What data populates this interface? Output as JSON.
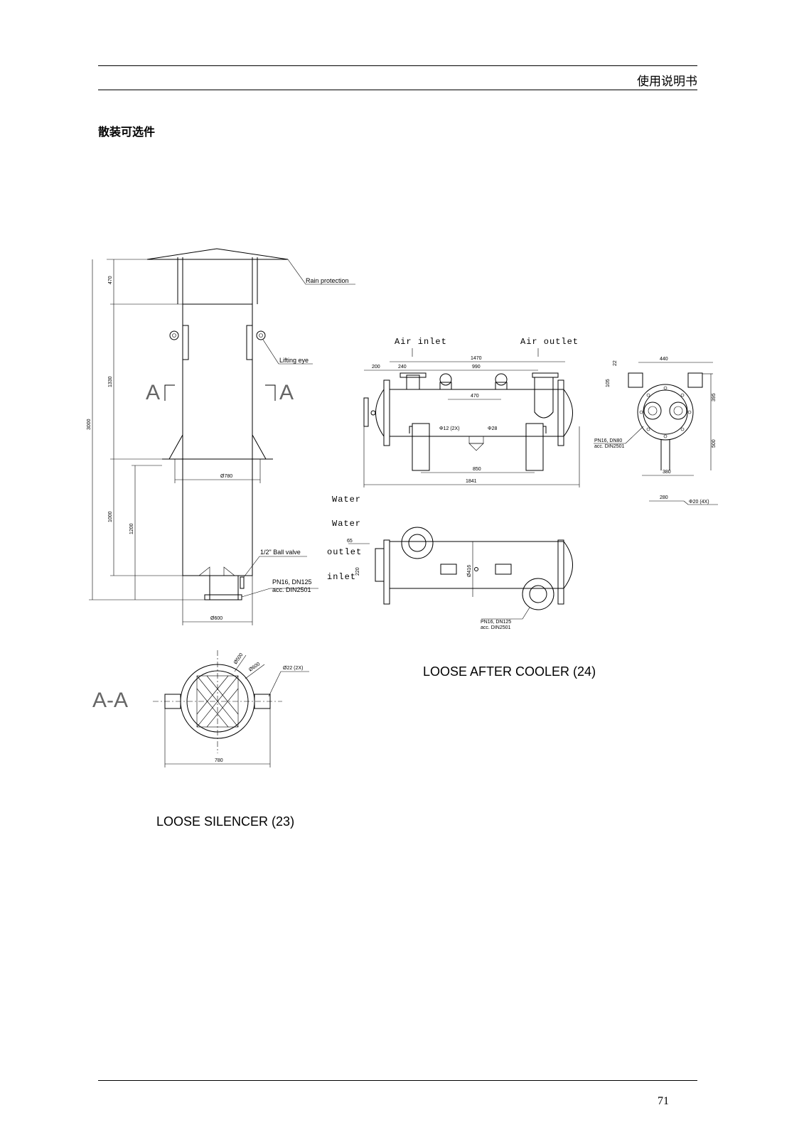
{
  "header": {
    "title": "使用说明书"
  },
  "section": {
    "title": "散装可选件"
  },
  "silencer": {
    "caption": "LOOSE SILENCER (23)",
    "labels": {
      "rain_protection": "Rain protection",
      "lifting_eye": "Lifting eye",
      "ball_valve": "1/2\" Ball valve",
      "flange_1": "PN16, DN125",
      "flange_2": "acc. DIN2501",
      "section_a_left": "A",
      "section_a_right": "A",
      "section_view": "A-A"
    },
    "dims": {
      "h470": "470",
      "h1330": "1330",
      "h3000": "3000",
      "h1000": "1000",
      "h1200": "1200",
      "d780": "Ø780",
      "d600": "Ø600",
      "sec_d500": "Ø500",
      "sec_d600": "Ø600",
      "sec_d22": "Ø22 (2X)",
      "sec_w780": "780"
    }
  },
  "cooler": {
    "caption": "LOOSE AFTER COOLER (24)",
    "labels": {
      "air_inlet": "Air inlet",
      "air_outlet": "Air outlet",
      "water_1": "Water",
      "water_2": "Water",
      "outlet": "outlet",
      "inlet": "inlet",
      "flange_dn80_1": "PN16, DN80",
      "flange_dn80_2": "acc. DIN2501",
      "flange_dn125_1": "PN16, DN125",
      "flange_dn125_2": "acc. DIN2501"
    },
    "dims": {
      "d1470": "1470",
      "d200": "200",
      "d240": "240",
      "d990": "990",
      "d470": "470",
      "phi12": "Φ12 (2X)",
      "phi28": "Φ28",
      "d850": "850",
      "d1841": "1841",
      "d440": "440",
      "d22": "22",
      "d105": "105",
      "d395": "395",
      "d500": "500",
      "d380": "380",
      "d280": "280",
      "phi20": "Φ20 (4X)",
      "d65": "65",
      "d220": "220",
      "d416": "Ø416"
    }
  },
  "page": {
    "number": "71"
  }
}
